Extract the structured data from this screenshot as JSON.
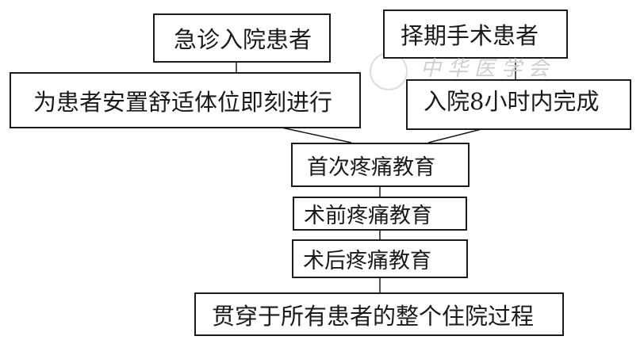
{
  "diagram": {
    "nodes": {
      "emergency": "急诊入院患者",
      "emergency_action": "为患者安置舒适体位即刻进行",
      "elective": "择期手术患者",
      "elective_action": "入院8小时内完成",
      "first_education": "首次疼痛教育",
      "preop_education": "术前疼痛教育",
      "postop_education": "术后疼痛教育",
      "throughout": "贯穿于所有患者的整个住院过程"
    },
    "watermark": "中华医学会"
  }
}
